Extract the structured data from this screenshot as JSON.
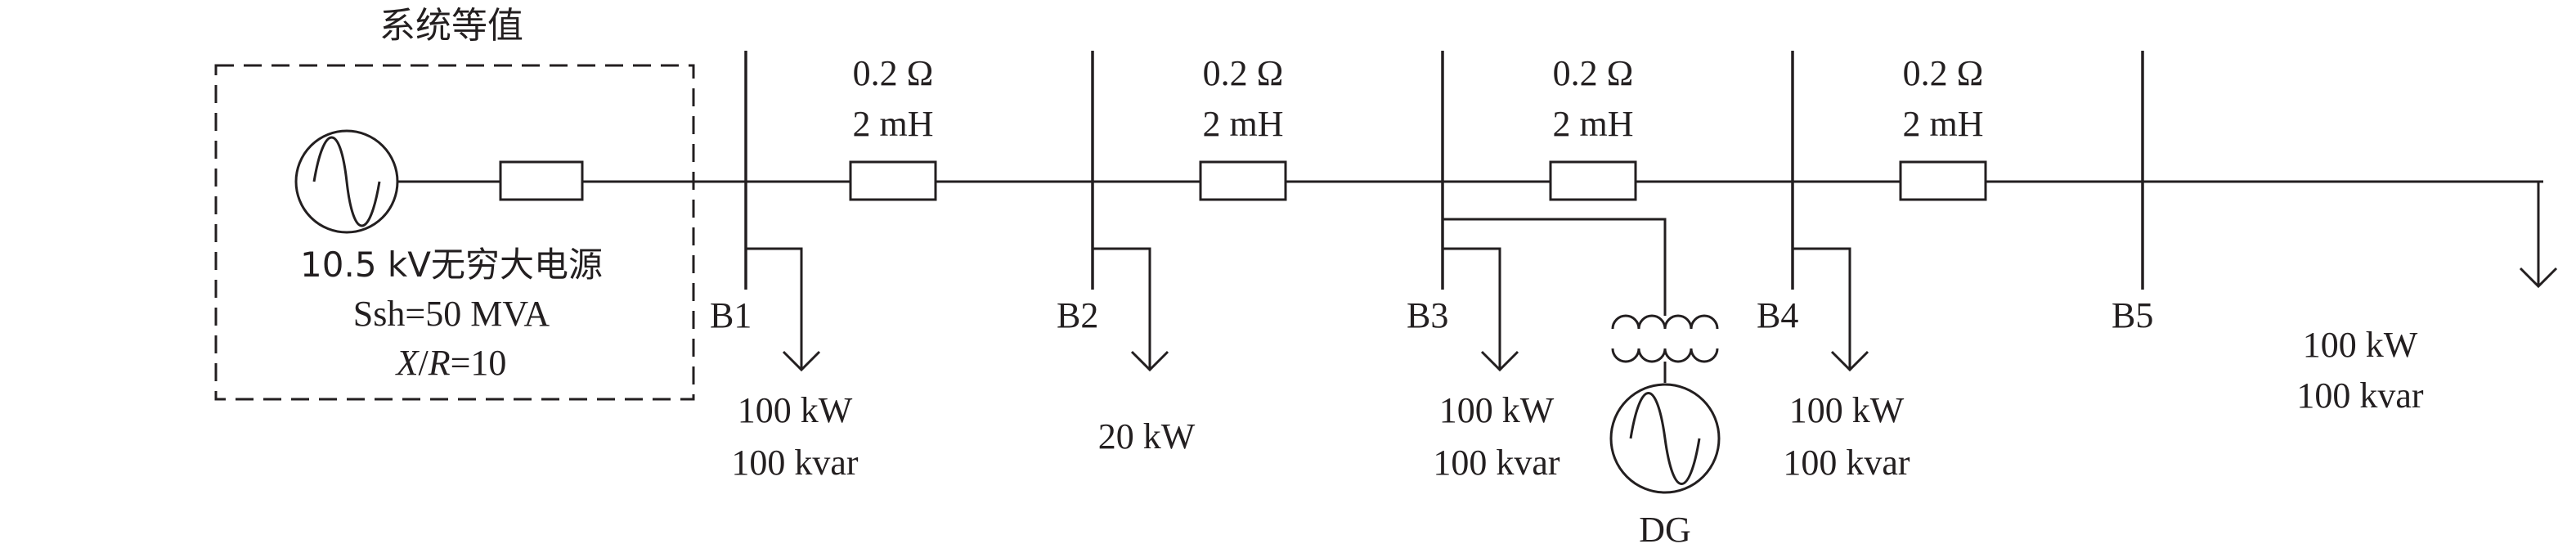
{
  "system_equivalent": {
    "title": "系统等值",
    "source_line1": "10.5 kV无穷大电源",
    "source_line2": "Ssh=50 MVA",
    "xr_x": "X",
    "xr_slash": "/",
    "xr_r": "R",
    "xr_value": "=10"
  },
  "lines": [
    {
      "resistance": "0.2 Ω",
      "inductance": "2 mH"
    },
    {
      "resistance": "0.2 Ω",
      "inductance": "2 mH"
    },
    {
      "resistance": "0.2 Ω",
      "inductance": "2 mH"
    },
    {
      "resistance": "0.2 Ω",
      "inductance": "2 mH"
    }
  ],
  "buses": [
    {
      "label": "B1",
      "load_p": "100 kW",
      "load_q": "100 kvar"
    },
    {
      "label": "B2",
      "load_p": "20 kW",
      "load_q": ""
    },
    {
      "label": "B3",
      "load_p": "100 kW",
      "load_q": "100 kvar"
    },
    {
      "label": "B4",
      "load_p": "100 kW",
      "load_q": "100 kvar"
    },
    {
      "label": "B5",
      "load_p": "100 kW",
      "load_q": "100 kvar"
    }
  ],
  "dg": {
    "label": "DG"
  }
}
